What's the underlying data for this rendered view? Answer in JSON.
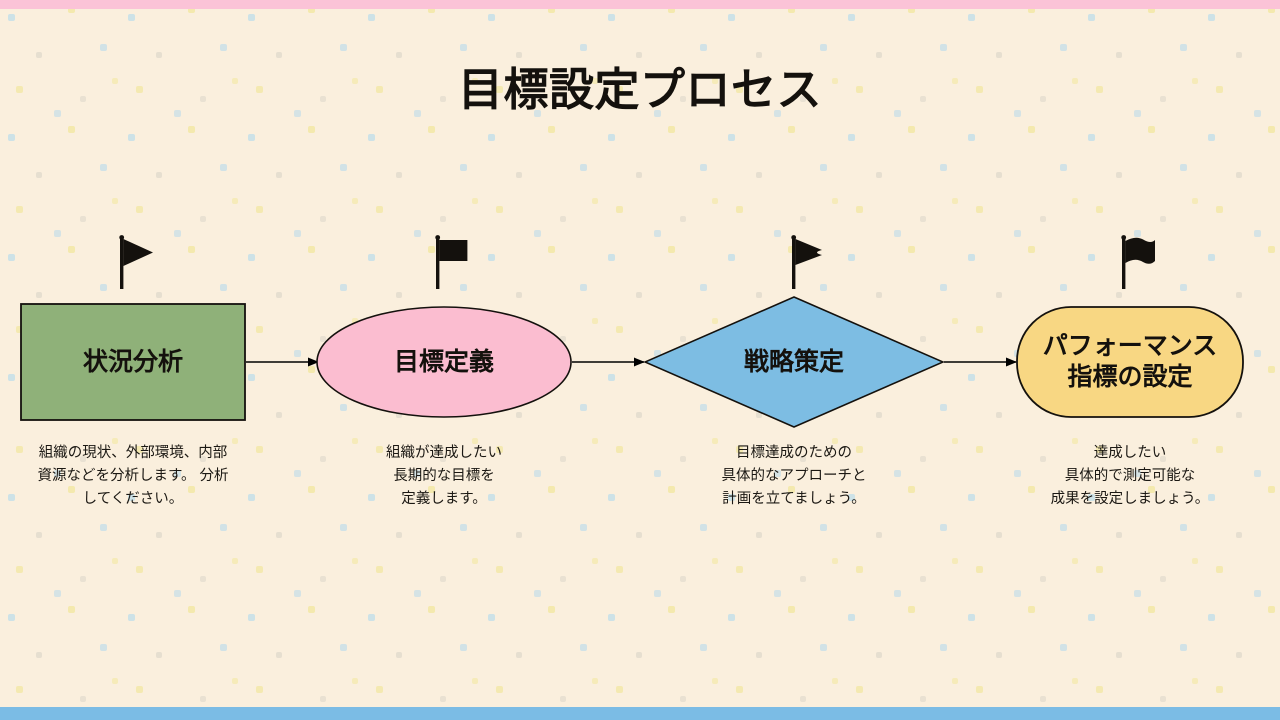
{
  "slide": {
    "title": "目標設定プロセス",
    "background_color": "#faefdd",
    "top_bar_color": "#fbc3d7",
    "bottom_bar_color": "#7bbce5",
    "title_color": "#14110d"
  },
  "chart_data": {
    "type": "diagram",
    "layout": "horizontal-flow",
    "title": "目標設定プロセス",
    "connector_color": "#000000",
    "steps": [
      {
        "order": 1,
        "label": "状況分析",
        "caption": "組織の現状、外部環境、内部\n資源などを分析します。 分析\nしてください。",
        "shape": "rectangle",
        "fill": "#8fb179",
        "stroke": "#14110d",
        "marker": "flag-triangle-icon"
      },
      {
        "order": 2,
        "label": "目標定義",
        "caption": "組織が達成したい\n長期的な目標を\n定義します。",
        "shape": "ellipse",
        "fill": "#fbbdd0",
        "stroke": "#14110d",
        "marker": "flag-rectangle-icon"
      },
      {
        "order": 3,
        "label": "戦略策定",
        "caption": "目標達成のための\n具体的なアプローチと\n計画を立てましょう。",
        "shape": "diamond",
        "fill": "#7dbde3",
        "stroke": "#14110d",
        "marker": "flag-pennant-icon"
      },
      {
        "order": 4,
        "label": "パフォーマンス\n指標の設定",
        "caption": "達成したい\n具体的で測定可能な\n成果を設定しましょう。",
        "shape": "rounded-rectangle",
        "fill": "#f8d783",
        "stroke": "#14110d",
        "marker": "flag-wave-icon"
      }
    ],
    "connections": [
      {
        "from": "状況分析",
        "to": "目標定義",
        "arrow": true
      },
      {
        "from": "目標定義",
        "to": "戦略策定",
        "arrow": true
      },
      {
        "from": "戦略策定",
        "to": "パフォーマンス指標の設定",
        "arrow": true
      }
    ]
  }
}
